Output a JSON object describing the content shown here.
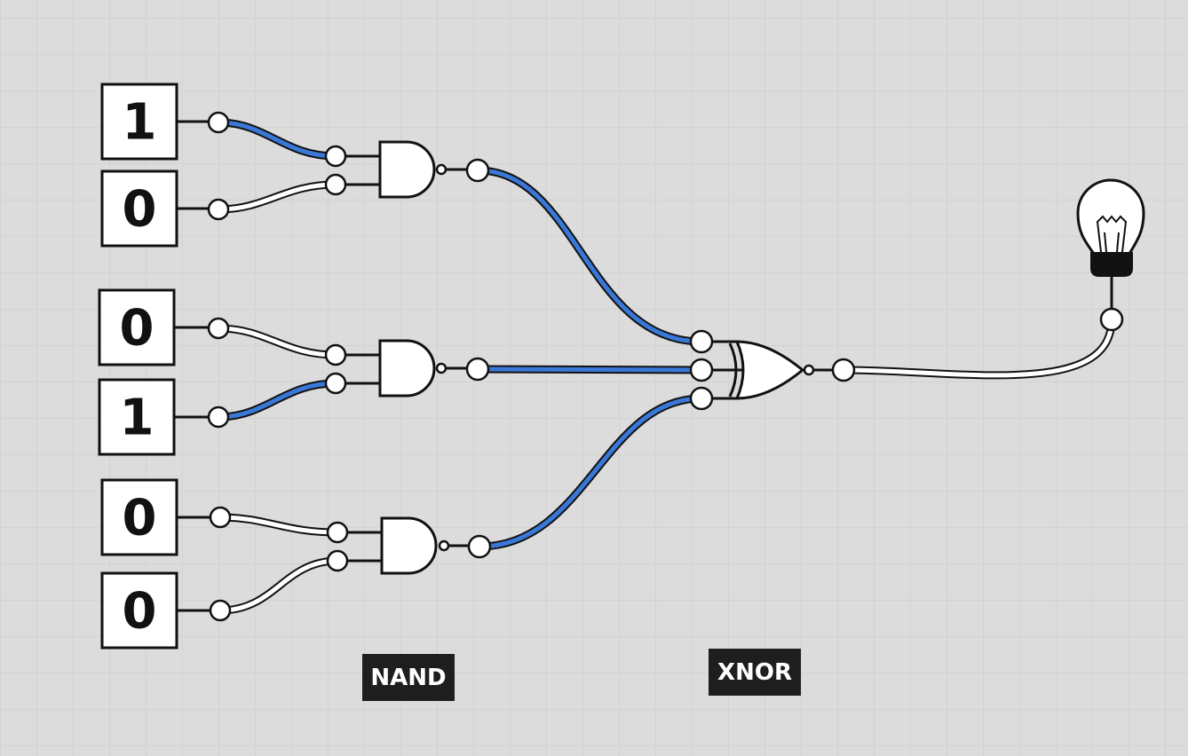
{
  "switches": [
    "1",
    "0",
    "0",
    "1",
    "0",
    "0"
  ],
  "gates": {
    "nand_label": "NAND",
    "xnor_label": "XNOR"
  },
  "wire_colors": {
    "on": "#3a78d8",
    "off": "#ffffff",
    "outline": "#111111"
  },
  "wire_states": {
    "sw1_to_nand1": true,
    "sw2_to_nand1": false,
    "sw3_to_nand2": false,
    "sw4_to_nand2": true,
    "sw5_to_nand3": false,
    "sw6_to_nand3": false,
    "nand1_to_xnor": true,
    "nand2_to_xnor": true,
    "nand3_to_xnor": true,
    "xnor_to_bulb": false
  },
  "output_bulb": {
    "icon": "light-bulb-icon",
    "lit": false
  }
}
